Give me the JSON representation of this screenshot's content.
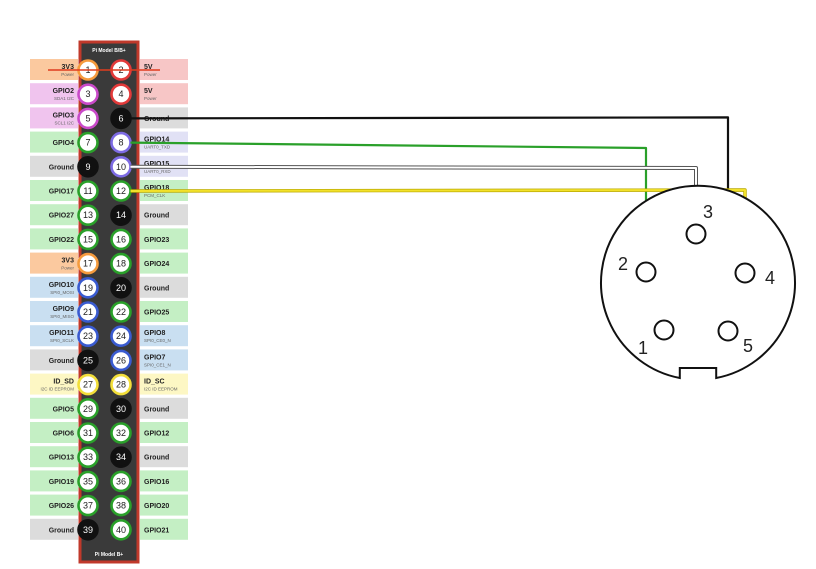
{
  "header": {
    "top_title": "Pi Model B/B+",
    "bottom_title": "Pi Model B+"
  },
  "colors": {
    "power3v3": "#fbc99f",
    "power5v": "#f7c6c6",
    "ground": "#dcdcdc",
    "gpio": "#c4efc4",
    "i2c": "#f0c4ee",
    "spi": "#c9dff1",
    "uart": "#e1e1f5",
    "eeprom": "#fdf7c4",
    "header_border": "#c0392b",
    "header_fill": "#3a3a3a"
  },
  "rows": [
    {
      "left": {
        "label": "3V3",
        "sub": "Power",
        "type": "power3v3"
      },
      "pins": [
        {
          "n": "1",
          "ring": "#f59b3e",
          "fill": "#fff"
        },
        {
          "n": "2",
          "ring": "#e23a3a",
          "fill": "#fff"
        }
      ],
      "right": {
        "label": "5V",
        "sub": "Power",
        "type": "power5v"
      }
    },
    {
      "left": {
        "label": "GPIO2",
        "sub": "SDA1 I2C",
        "type": "i2c"
      },
      "pins": [
        {
          "n": "3",
          "ring": "#c94ac9",
          "fill": "#fff"
        },
        {
          "n": "4",
          "ring": "#e23a3a",
          "fill": "#fff"
        }
      ],
      "right": {
        "label": "5V",
        "sub": "Power",
        "type": "power5v"
      }
    },
    {
      "left": {
        "label": "GPIO3",
        "sub": "SCL1 I2C",
        "type": "i2c"
      },
      "pins": [
        {
          "n": "5",
          "ring": "#c94ac9",
          "fill": "#fff"
        },
        {
          "n": "6",
          "ring": "#111",
          "fill": "#111"
        }
      ],
      "right": {
        "label": "Ground",
        "sub": "",
        "type": "ground"
      }
    },
    {
      "left": {
        "label": "GPIO4",
        "sub": "",
        "type": "gpio"
      },
      "pins": [
        {
          "n": "7",
          "ring": "#2aa02a",
          "fill": "#fff"
        },
        {
          "n": "8",
          "ring": "#7d6be3",
          "fill": "#fff"
        }
      ],
      "right": {
        "label": "GPIO14",
        "sub": "UART0_TXD",
        "type": "uart"
      }
    },
    {
      "left": {
        "label": "Ground",
        "sub": "",
        "type": "ground"
      },
      "pins": [
        {
          "n": "9",
          "ring": "#111",
          "fill": "#111"
        },
        {
          "n": "10",
          "ring": "#7d6be3",
          "fill": "#fff"
        }
      ],
      "right": {
        "label": "GPIO15",
        "sub": "UART0_RXD",
        "type": "uart"
      }
    },
    {
      "left": {
        "label": "GPIO17",
        "sub": "",
        "type": "gpio"
      },
      "pins": [
        {
          "n": "11",
          "ring": "#2aa02a",
          "fill": "#fff"
        },
        {
          "n": "12",
          "ring": "#2aa02a",
          "fill": "#fff"
        }
      ],
      "right": {
        "label": "GPIO18",
        "sub": "PCM_CLK",
        "type": "gpio"
      }
    },
    {
      "left": {
        "label": "GPIO27",
        "sub": "",
        "type": "gpio"
      },
      "pins": [
        {
          "n": "13",
          "ring": "#2aa02a",
          "fill": "#fff"
        },
        {
          "n": "14",
          "ring": "#111",
          "fill": "#111"
        }
      ],
      "right": {
        "label": "Ground",
        "sub": "",
        "type": "ground"
      }
    },
    {
      "left": {
        "label": "GPIO22",
        "sub": "",
        "type": "gpio"
      },
      "pins": [
        {
          "n": "15",
          "ring": "#2aa02a",
          "fill": "#fff"
        },
        {
          "n": "16",
          "ring": "#2aa02a",
          "fill": "#fff"
        }
      ],
      "right": {
        "label": "GPIO23",
        "sub": "",
        "type": "gpio"
      }
    },
    {
      "left": {
        "label": "3V3",
        "sub": "Power",
        "type": "power3v3"
      },
      "pins": [
        {
          "n": "17",
          "ring": "#f59b3e",
          "fill": "#fff"
        },
        {
          "n": "18",
          "ring": "#2aa02a",
          "fill": "#fff"
        }
      ],
      "right": {
        "label": "GPIO24",
        "sub": "",
        "type": "gpio"
      }
    },
    {
      "left": {
        "label": "GPIO10",
        "sub": "SPI0_MOSI",
        "type": "spi"
      },
      "pins": [
        {
          "n": "19",
          "ring": "#3a5bd0",
          "fill": "#fff"
        },
        {
          "n": "20",
          "ring": "#111",
          "fill": "#111"
        }
      ],
      "right": {
        "label": "Ground",
        "sub": "",
        "type": "ground"
      }
    },
    {
      "left": {
        "label": "GPIO9",
        "sub": "SPI0_MISO",
        "type": "spi"
      },
      "pins": [
        {
          "n": "21",
          "ring": "#3a5bd0",
          "fill": "#fff"
        },
        {
          "n": "22",
          "ring": "#2aa02a",
          "fill": "#fff"
        }
      ],
      "right": {
        "label": "GPIO25",
        "sub": "",
        "type": "gpio"
      }
    },
    {
      "left": {
        "label": "GPIO11",
        "sub": "SPI0_SCLK",
        "type": "spi"
      },
      "pins": [
        {
          "n": "23",
          "ring": "#3a5bd0",
          "fill": "#fff"
        },
        {
          "n": "24",
          "ring": "#3a5bd0",
          "fill": "#fff"
        }
      ],
      "right": {
        "label": "GPIO8",
        "sub": "SPI0_CE0_N",
        "type": "spi"
      }
    },
    {
      "left": {
        "label": "Ground",
        "sub": "",
        "type": "ground"
      },
      "pins": [
        {
          "n": "25",
          "ring": "#111",
          "fill": "#111"
        },
        {
          "n": "26",
          "ring": "#3a5bd0",
          "fill": "#fff"
        }
      ],
      "right": {
        "label": "GPIO7",
        "sub": "SPI0_CE1_N",
        "type": "spi"
      }
    },
    {
      "left": {
        "label": "ID_SD",
        "sub": "I2C ID EEPROM",
        "type": "eeprom"
      },
      "pins": [
        {
          "n": "27",
          "ring": "#f2de3a",
          "fill": "#fff"
        },
        {
          "n": "28",
          "ring": "#f2de3a",
          "fill": "#fff"
        }
      ],
      "right": {
        "label": "ID_SC",
        "sub": "I2C ID EEPROM",
        "type": "eeprom"
      }
    },
    {
      "left": {
        "label": "GPIO5",
        "sub": "",
        "type": "gpio"
      },
      "pins": [
        {
          "n": "29",
          "ring": "#2aa02a",
          "fill": "#fff"
        },
        {
          "n": "30",
          "ring": "#111",
          "fill": "#111"
        }
      ],
      "right": {
        "label": "Ground",
        "sub": "",
        "type": "ground"
      }
    },
    {
      "left": {
        "label": "GPIO6",
        "sub": "",
        "type": "gpio"
      },
      "pins": [
        {
          "n": "31",
          "ring": "#2aa02a",
          "fill": "#fff"
        },
        {
          "n": "32",
          "ring": "#2aa02a",
          "fill": "#fff"
        }
      ],
      "right": {
        "label": "GPIO12",
        "sub": "",
        "type": "gpio"
      }
    },
    {
      "left": {
        "label": "GPIO13",
        "sub": "",
        "type": "gpio"
      },
      "pins": [
        {
          "n": "33",
          "ring": "#2aa02a",
          "fill": "#fff"
        },
        {
          "n": "34",
          "ring": "#111",
          "fill": "#111"
        }
      ],
      "right": {
        "label": "Ground",
        "sub": "",
        "type": "ground"
      }
    },
    {
      "left": {
        "label": "GPIO19",
        "sub": "",
        "type": "gpio"
      },
      "pins": [
        {
          "n": "35",
          "ring": "#2aa02a",
          "fill": "#fff"
        },
        {
          "n": "36",
          "ring": "#2aa02a",
          "fill": "#fff"
        }
      ],
      "right": {
        "label": "GPIO16",
        "sub": "",
        "type": "gpio"
      }
    },
    {
      "left": {
        "label": "GPIO26",
        "sub": "",
        "type": "gpio"
      },
      "pins": [
        {
          "n": "37",
          "ring": "#2aa02a",
          "fill": "#fff"
        },
        {
          "n": "38",
          "ring": "#2aa02a",
          "fill": "#fff"
        }
      ],
      "right": {
        "label": "GPIO20",
        "sub": "",
        "type": "gpio"
      }
    },
    {
      "left": {
        "label": "Ground",
        "sub": "",
        "type": "ground"
      },
      "pins": [
        {
          "n": "39",
          "ring": "#111",
          "fill": "#111"
        },
        {
          "n": "40",
          "ring": "#2aa02a",
          "fill": "#fff"
        }
      ],
      "right": {
        "label": "GPIO21",
        "sub": "",
        "type": "gpio"
      }
    }
  ],
  "connector": {
    "pins": [
      {
        "n": "1"
      },
      {
        "n": "2"
      },
      {
        "n": "3"
      },
      {
        "n": "4"
      },
      {
        "n": "5"
      }
    ]
  },
  "wires": [
    {
      "from_pin": "6",
      "to_connector_pin": "5",
      "color": "#111111"
    },
    {
      "from_pin": "8",
      "to_connector_pin": "2",
      "color": "#2aa02a"
    },
    {
      "from_pin": "10",
      "to_connector_pin": "3",
      "color": "#9a9a9a"
    },
    {
      "from_pin": "12",
      "to_connector_pin": "4",
      "color": "#f2e12a"
    },
    {
      "from_pin": "1",
      "to_connector_pin": "",
      "color": "#e03c1e"
    }
  ]
}
